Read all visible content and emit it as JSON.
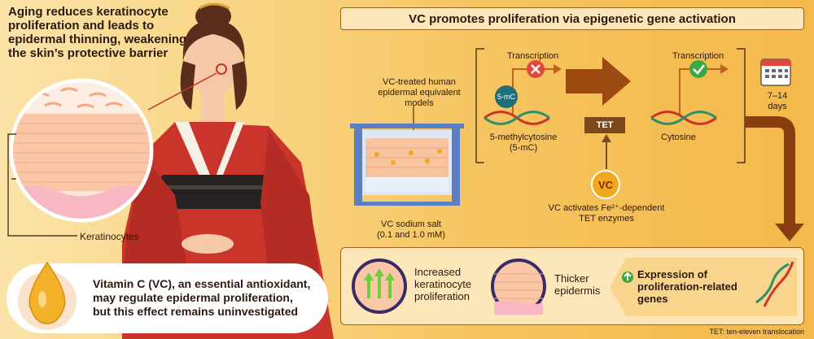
{
  "headline": [
    "Aging reduces keratinocyte",
    "proliferation and leads to",
    "epidermal thinning, weakening",
    "the skin’s protective barrier"
  ],
  "keratinocytes_label": "Keratinocytes",
  "vc_statement": [
    "Vitamin C (VC), an essential antioxidant,",
    "may regulate epidermal proliferation,",
    "but this effect remains uninvestigated"
  ],
  "panel_title": "VC promotes proliferation via epigenetic gene activation",
  "model_label": [
    "VC-treated human",
    "epidermal equivalent",
    "models"
  ],
  "salt_label": [
    "VC sodium salt",
    "(0.1 and 1.0 mM)"
  ],
  "transcription_left": "Transcription",
  "transcription_right": "Transcription",
  "five_mc_badge": "5-mC",
  "five_mc_label": [
    "5-methylcytosine",
    "(5-mC)"
  ],
  "tet_label": "TET",
  "vc_circle": "VC",
  "vc_activates": [
    "VC activates Fe²⁺-dependent",
    "TET enzymes"
  ],
  "cytosine_label": "Cytosine",
  "days_label": [
    "7–14",
    "days"
  ],
  "results": {
    "increased": [
      "Increased",
      "keratinocyte",
      "proliferation"
    ],
    "thicker": [
      "Thicker",
      "epidermis"
    ],
    "expression": [
      "Expression of",
      "proliferation-related",
      "genes"
    ]
  },
  "footnote": "TET: ten-eleven translocation",
  "colors": {
    "dark_text": "#2b1a10",
    "bracket": "#a0611e",
    "red_x": "#e0483e",
    "green_check": "#3aa845",
    "teal_badge": "#1f6f7a",
    "tet_box": "#7a4a1c",
    "vc_gold": "#f2a81b",
    "kimono_red": "#c9352b"
  }
}
